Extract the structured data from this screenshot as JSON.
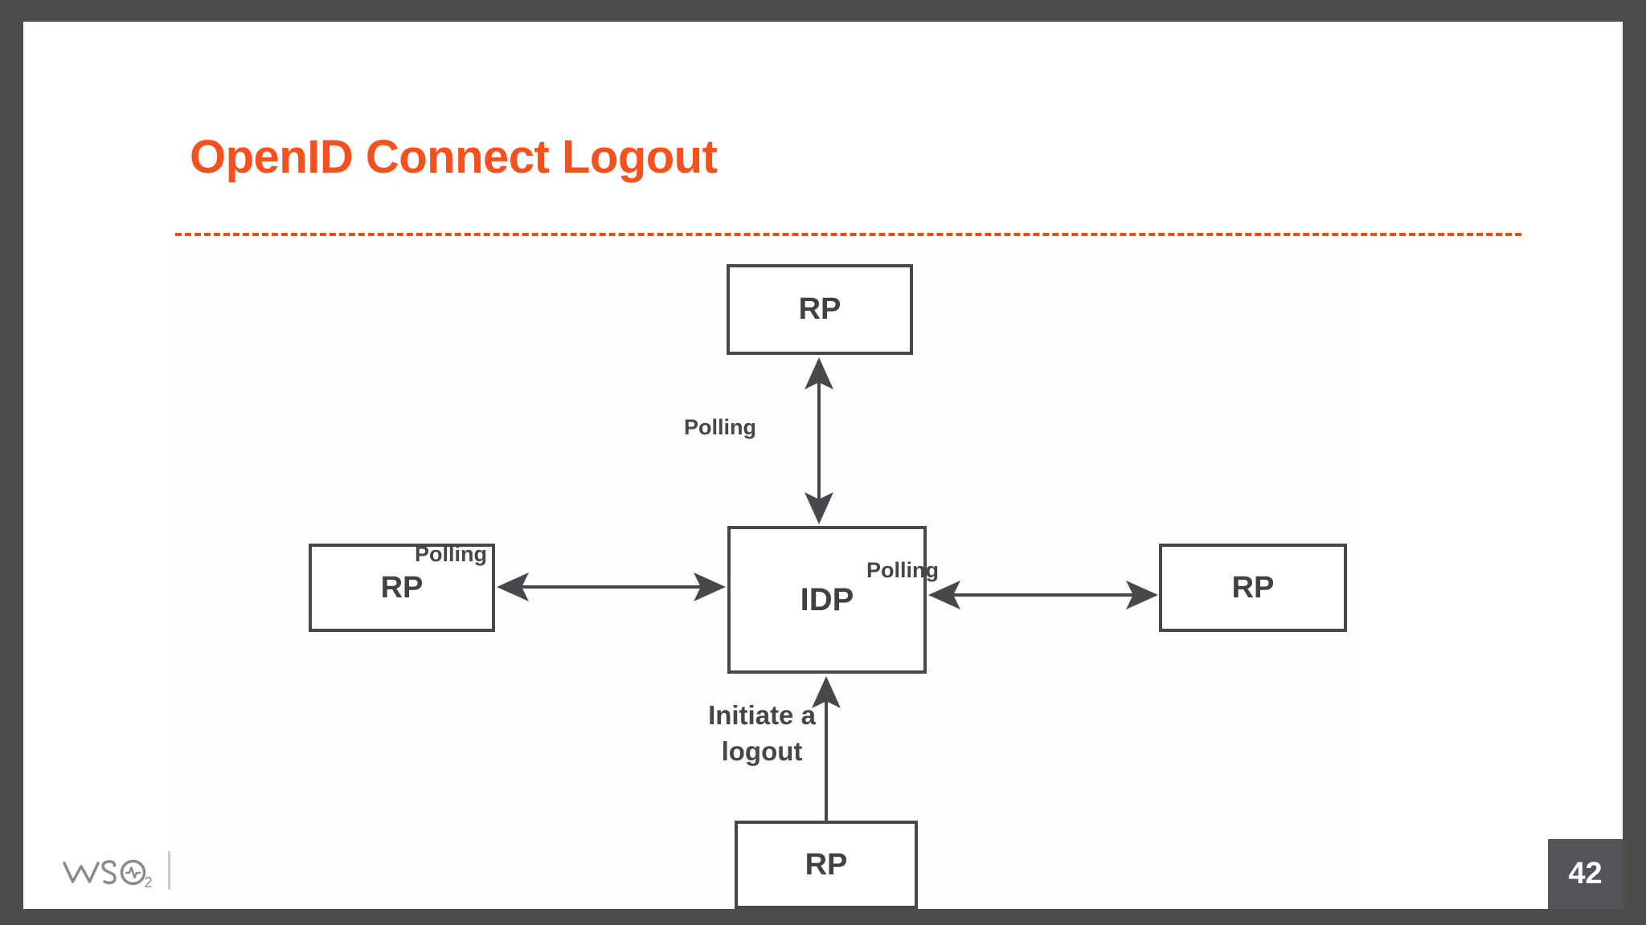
{
  "slide": {
    "title": "OpenID Connect Logout",
    "page_number": "42",
    "accent_color": "#f4511e",
    "frame_color": "#4d4d4d",
    "page_number_bg": "#54545a",
    "node_border_color": "#46484c",
    "text_color": "#3f4145"
  },
  "branding": {
    "logo_name": "wso2-logo",
    "logo_text": "WSO2",
    "logo_subscript": "2",
    "logo_color": "#8a8a8a"
  },
  "diagram": {
    "type": "node-edge-diagram",
    "nodes": [
      {
        "id": "rp-top",
        "label": "RP",
        "position": "top"
      },
      {
        "id": "rp-left",
        "label": "RP",
        "position": "left"
      },
      {
        "id": "idp",
        "label": "IDP",
        "position": "center"
      },
      {
        "id": "rp-right",
        "label": "RP",
        "position": "right"
      },
      {
        "id": "rp-bottom",
        "label": "RP",
        "position": "bottom"
      }
    ],
    "edges": [
      {
        "id": "edge-top",
        "from": "idp",
        "to": "rp-top",
        "label": "Polling",
        "arrow": "double"
      },
      {
        "id": "edge-left",
        "from": "rp-left",
        "to": "idp",
        "label": "Polling",
        "arrow": "double"
      },
      {
        "id": "edge-right",
        "from": "idp",
        "to": "rp-right",
        "label": "Polling",
        "arrow": "double"
      },
      {
        "id": "edge-bottom",
        "from": "rp-bottom",
        "to": "idp",
        "label": "Initiate a\nlogout",
        "arrow": "single"
      }
    ],
    "labels": {
      "polling_top": "Polling",
      "polling_left": "Polling",
      "polling_right": "Polling",
      "initiate_line1": "Initiate a",
      "initiate_line2": "logout"
    }
  }
}
